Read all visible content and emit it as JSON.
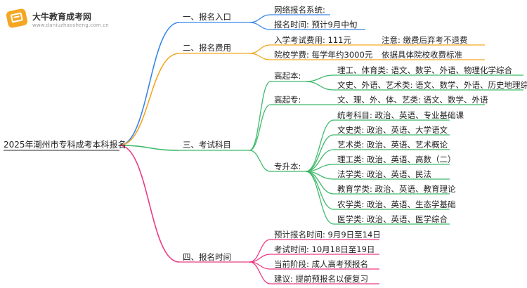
{
  "logo": {
    "name": "大牛教育成考网",
    "sub": "www.daniuzhaosheng.com.cn"
  },
  "colors": {
    "blue": "#3a86e8",
    "orange": "#f5a623",
    "green": "#3fb96b",
    "pink": "#ec3b83"
  },
  "root": "2025年潮州市专科成考本科报名",
  "branches": [
    {
      "label": "一、报名入口",
      "items": [
        "网络报名系统:",
        "报名时间: 预计9月中旬"
      ]
    },
    {
      "label": "二、报名费用",
      "items": [
        "入学考试费用: 111元",
        "院校学费: 每学年约3000元"
      ],
      "notes": [
        "注意: 缴费后弃考不退费",
        "依据具体院校收费标准"
      ]
    },
    {
      "label": "三、考试科目",
      "groups": [
        {
          "label": "高起本:",
          "items": [
            "理工、体育类: 语文、数学、外语、物理化学综合",
            "文史、外语、艺术类: 语文、数学、外语、历史地理综合"
          ]
        },
        {
          "label": "高起专:",
          "items": [
            "文、理、外、体、艺类: 语文、数学、外语"
          ]
        },
        {
          "label": "专升本:",
          "items": [
            "统考科目: 政治、英语、专业基础课",
            "文史类: 政治、英语、大学语文",
            "艺术类: 政治、英语、艺术概论",
            "理工类: 政治、英语、高数（二）",
            "法学类: 政治、英语、民法",
            "教育学类: 政治、英语、教育理论",
            "农学类: 政治、英语、生态学基础",
            "医学类: 政治、英语、医学综合"
          ]
        }
      ]
    },
    {
      "label": "四、报名时间",
      "items": [
        "预计报名时间: 9月9日至14日",
        "考试时间: 10月18日至19日",
        "当前阶段: 成人高考预报名",
        "建议: 提前预报名以便复习"
      ]
    }
  ]
}
